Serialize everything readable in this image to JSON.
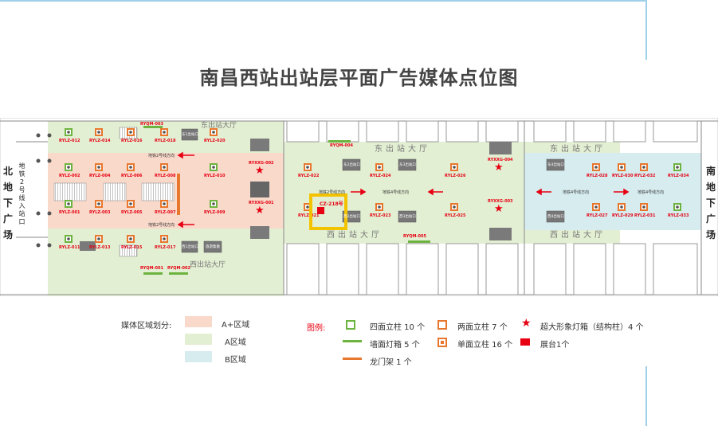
{
  "title": "南昌西站出站层平面广告媒体点位图",
  "map": {
    "north_exit": "北地下广场",
    "north_subway": "地铁2号线入站口",
    "south_exit": "南地下广场",
    "east_hall": "东出站大厅",
    "west_hall": "西出站大厅",
    "hall_west_label": "西出站大厅",
    "exits": [
      "东1出站口",
      "东2出站口",
      "东3出站口",
      "东4出站口",
      "西1出站口",
      "西2出站口",
      "西3出站口",
      "西4出站口"
    ],
    "tourism": "旅游集散",
    "subway2_dir": "地铁2号线方向",
    "subway4_dir": "地铁4号线方向",
    "booth_label": "CZ-218号",
    "pillars": [
      "RYLZ-012",
      "RYLZ-014",
      "RYLZ-016",
      "RYLZ-018",
      "RYLZ-020",
      "RYLZ-002",
      "RYLZ-004",
      "RYLZ-006",
      "RYLZ-008",
      "RYLZ-010",
      "RYLZ-001",
      "RYLZ-003",
      "RYLZ-005",
      "RYLZ-007",
      "RYLZ-009",
      "RYLZ-011",
      "RYLZ-013",
      "RYLZ-015",
      "RYLZ-017",
      "RYLZ-022",
      "RYLZ-024",
      "RYLZ-026",
      "RYLZ-021",
      "RYLZ-023",
      "RYLZ-025",
      "RYLZ-028",
      "RYLZ-030",
      "RYLZ-032",
      "RYLZ-034",
      "RYLZ-027",
      "RYLZ-029",
      "RYLZ-031",
      "RYLZ-033"
    ],
    "lightboxes": [
      "RYQM-003",
      "RYQM-004",
      "RYQM-005",
      "RYQM-001",
      "RYQM-002"
    ],
    "super": [
      "RYXXG-002",
      "RYXXG-001",
      "RYXXG-004",
      "RYXXG-003"
    ]
  },
  "legend": {
    "zone_title": "媒体区域划分:",
    "zones": [
      {
        "label": "A+区域",
        "color": "#f9d9ca"
      },
      {
        "label": "A区域",
        "color": "#e3efd3"
      },
      {
        "label": "B区域",
        "color": "#d6ecef"
      }
    ],
    "legend_title": "图例:",
    "items": {
      "four_face": "四面立柱 10 个",
      "two_face": "两面立柱 7 个",
      "super_lightbox": "超大形象灯箱（结构柱）4 个",
      "wall_lightbox": "墙面灯箱 5 个",
      "single_face": "单面立柱 16 个",
      "booth": "展台1个",
      "gantry": "龙门架 1 个"
    },
    "colors": {
      "green": "#6db33f",
      "orange": "#e8772e",
      "red": "#e60012",
      "highlight": "#f4c300"
    }
  }
}
